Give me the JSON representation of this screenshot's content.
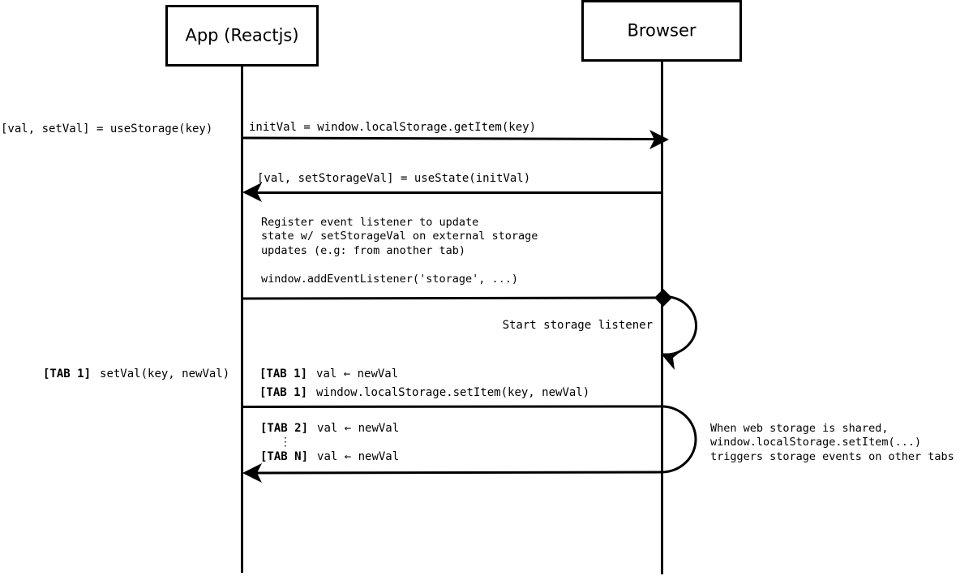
{
  "actors": {
    "app": "App (Reactjs)",
    "browser": "Browser"
  },
  "caller_hook": "[val, setVal] = useStorage(key)",
  "msg_get_item": "initVal = window.localStorage.getItem(key)",
  "msg_use_state": "[val, setStorageVal] = useState(initVal)",
  "register_note": {
    "line1": "Register event listener to update",
    "line2": "state w/ setStorageVal on external storage",
    "line3": "updates (e.g: from another tab)",
    "line4": "window.addEventListener('storage', ...)"
  },
  "start_listener": "Start storage listener",
  "tab1_caller": {
    "tag": "[TAB 1]",
    "text": "setVal(key, newVal)"
  },
  "tab1_val": {
    "tag": "[TAB 1]",
    "text": "val ← newVal"
  },
  "tab1_set_item": {
    "tag": "[TAB 1]",
    "text": "window.localStorage.setItem(key, newVal)"
  },
  "tab2_val": {
    "tag": "[TAB 2]",
    "text": "val ← newVal"
  },
  "ellipsis": "⋮",
  "tabn_val": {
    "tag": "[TAB N]",
    "text": "val ← newVal"
  },
  "shared_note": {
    "line1": "When web storage is shared,",
    "line2": "window.localStorage.setItem(...)",
    "line3": "triggers storage events on other tabs"
  }
}
